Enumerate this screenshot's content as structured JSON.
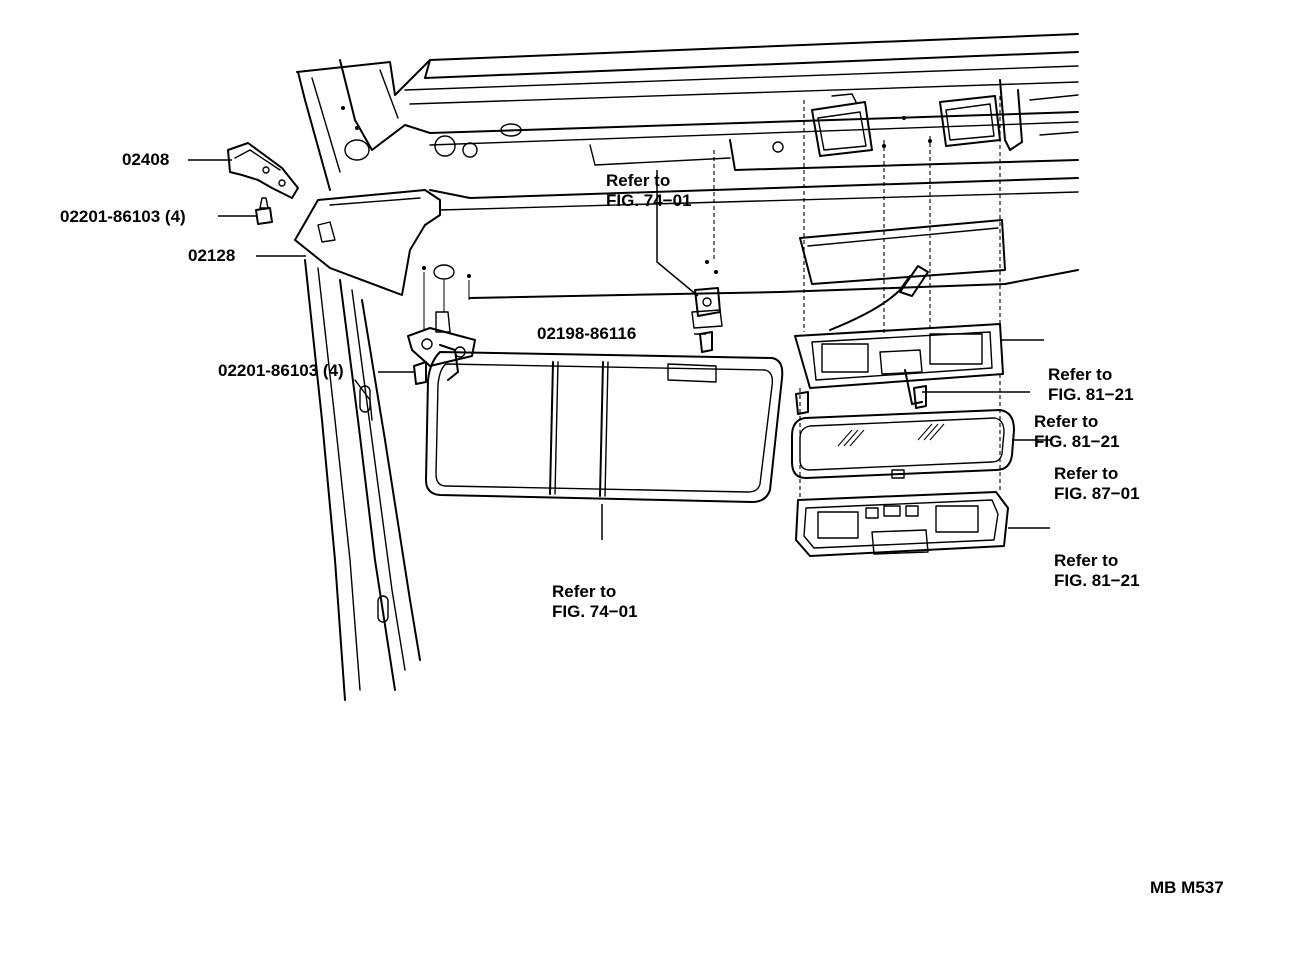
{
  "parts": [
    {
      "id": "bracket",
      "number": "02408"
    },
    {
      "id": "screw-bracket",
      "number": "02201-86103 (4)"
    },
    {
      "id": "trim-pillar",
      "number": "02128"
    },
    {
      "id": "screw-visor",
      "number": "02201-86103 (4)"
    },
    {
      "id": "visor-holder-screw",
      "number": "02198-86116"
    }
  ],
  "references": [
    {
      "id": "ref-visor-holder",
      "line1": "Refer to",
      "line2": "FIG. 74−01"
    },
    {
      "id": "ref-visor",
      "line1": "Refer to",
      "line2": "FIG. 74−01"
    },
    {
      "id": "ref-map-lamp",
      "line1": "Refer to",
      "line2": "FIG. 81−21"
    },
    {
      "id": "ref-lamp-screw",
      "line1": "Refer to",
      "line2": "FIG. 81−21"
    },
    {
      "id": "ref-mirror",
      "line1": "Refer to",
      "line2": "FIG. 87−01"
    },
    {
      "id": "ref-lamp-cover",
      "line1": "Refer to",
      "line2": "FIG. 81−21"
    }
  ],
  "figure_code": "MB M537"
}
